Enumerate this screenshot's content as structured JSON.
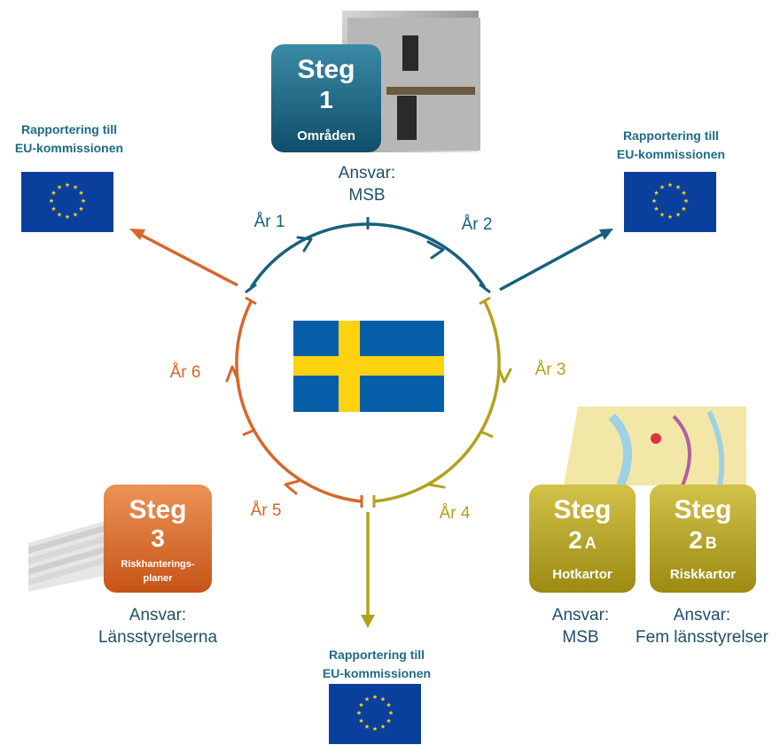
{
  "colors": {
    "teal": "#17607e",
    "olive": "#b3a11a",
    "orange": "#d8662a",
    "eu_blue": "#0b3f9e",
    "eu_star": "#ffd800",
    "se_blue": "#075ea8",
    "se_yellow": "#fdd20e"
  },
  "icons": [
    "eu-flag-icon",
    "swedish-flag-icon",
    "photo-thumbnail",
    "map-thumbnail",
    "document-stack-icon"
  ],
  "reporting": {
    "left": {
      "line1": "Rapportering till",
      "line2": "EU-kommissionen"
    },
    "right": {
      "line1": "Rapportering till",
      "line2": "EU-kommissionen"
    },
    "bottom": {
      "line1": "Rapportering till",
      "line2": "EU-kommissionen"
    }
  },
  "years": {
    "y1": "År 1",
    "y2": "År 2",
    "y3": "År 3",
    "y4": "År 4",
    "y5": "År 5",
    "y6": "År 6"
  },
  "steps": {
    "step1": {
      "title": "Steg",
      "number": "1",
      "subtitle": "Områden",
      "resp_label": "Ansvar:",
      "resp": "MSB"
    },
    "step2a": {
      "title": "Steg",
      "number": "2",
      "suffix": "A",
      "subtitle": "Hotkartor",
      "resp_label": "Ansvar:",
      "resp": "MSB"
    },
    "step2b": {
      "title": "Steg",
      "number": "2",
      "suffix": "B",
      "subtitle": "Riskkartor",
      "resp_label": "Ansvar:",
      "resp": "Fem länsstyrelser"
    },
    "step3": {
      "title": "Steg",
      "number": "3",
      "subtitle_line1": "Riskhanterings-",
      "subtitle_line2": "planer",
      "resp_label": "Ansvar:",
      "resp": "Länsstyrelserna"
    }
  }
}
